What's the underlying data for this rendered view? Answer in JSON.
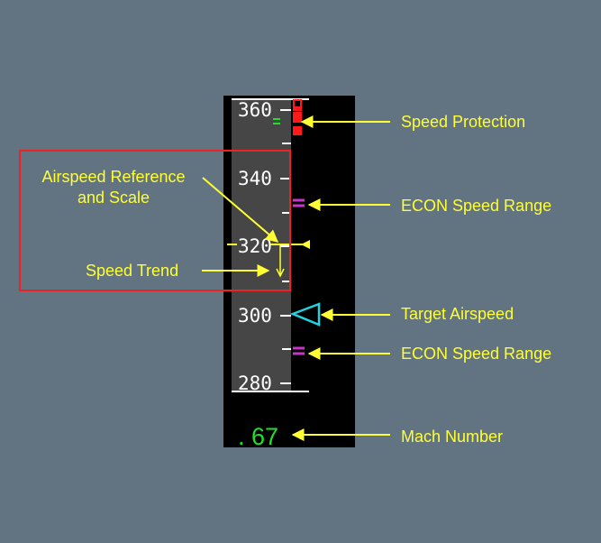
{
  "colors": {
    "background": "#627382",
    "instrument": "#000000",
    "tape": "#464646",
    "scale_white": "#ffffff",
    "callout": "#ffff33",
    "protection": "#ff1a1a",
    "econ": "#cc33cc",
    "target": "#22d3df",
    "mach": "#22e02a",
    "focus_box": "#ee2222"
  },
  "speed_scale": {
    "labels": [
      "360",
      "340",
      "320",
      "300",
      "280"
    ]
  },
  "mach_number": {
    "text": ". 67"
  },
  "annotations": {
    "speed_protection": "Speed Protection",
    "econ_upper": "ECON Speed Range",
    "airspeed_ref_line1": "Airspeed Reference",
    "airspeed_ref_line2": "and Scale",
    "speed_trend": "Speed Trend",
    "target_airspeed": "Target Airspeed",
    "econ_lower": "ECON Speed Range",
    "mach_number": "Mach Number"
  },
  "icons": {
    "protection": "speed-protection-marker",
    "target": "target-airspeed-triangle-icon",
    "trend": "speed-trend-arrow-icon"
  }
}
